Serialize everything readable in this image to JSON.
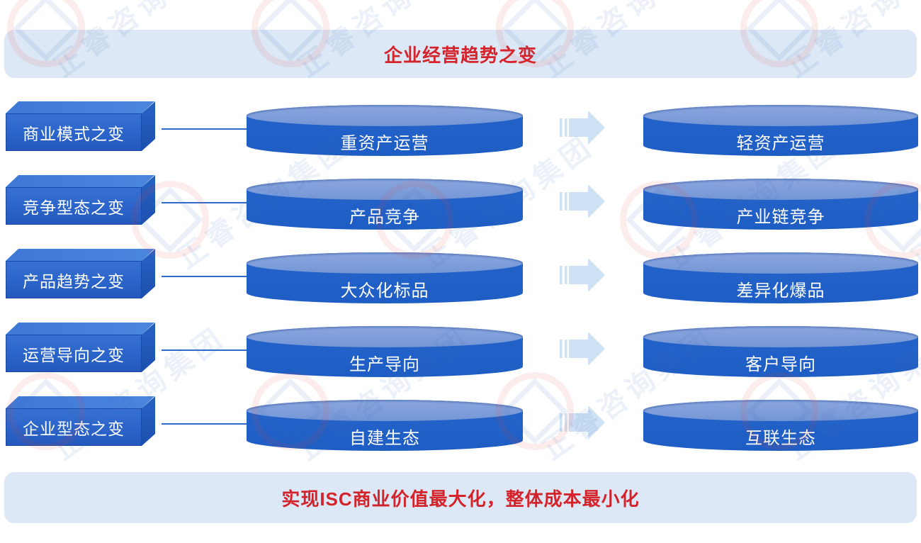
{
  "header": {
    "title": "企业经营趋势之变"
  },
  "footer": {
    "title": "实现ISC商业价值最大化，整体成本最小化"
  },
  "watermark": {
    "text": "正睿咨询集团"
  },
  "rows": [
    {
      "label": "商业模式之变",
      "from": "重资产运营",
      "to": "轻资产运营"
    },
    {
      "label": "竞争型态之变",
      "from": "产品竞争",
      "to": "产业链竞争"
    },
    {
      "label": "产品趋势之变",
      "from": "大众化标品",
      "to": "差异化爆品"
    },
    {
      "label": "运营导向之变",
      "from": "生产导向",
      "to": "客户导向"
    },
    {
      "label": "企业型态之变",
      "from": "自建生态",
      "to": "互联生态"
    }
  ],
  "colors": {
    "accent_blue": "#2565cb",
    "cylinder_top": "#7b9cd9",
    "band_background": "#dce8f5",
    "title_red": "#d5232b",
    "arrow_light_blue": "#cfe1f4"
  },
  "row_tops": [
    148,
    252,
    356,
    460,
    564
  ]
}
